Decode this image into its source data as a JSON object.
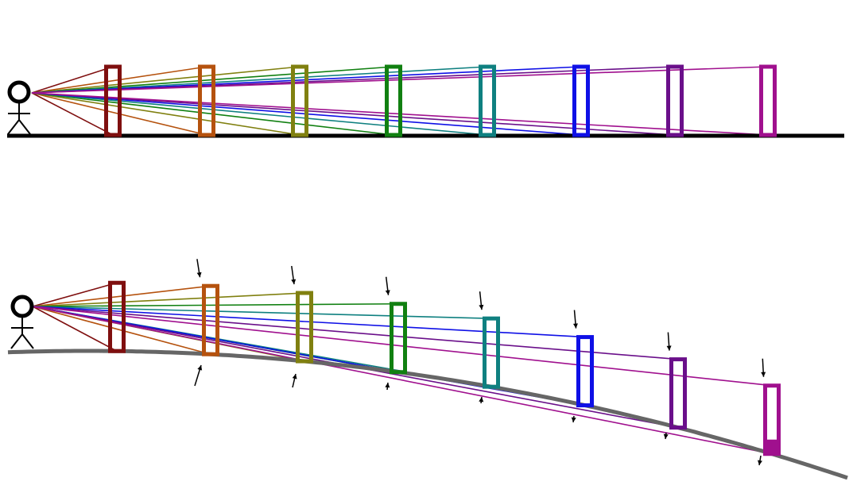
{
  "colors": {
    "background": "#ffffff",
    "flat_ground": "#000000",
    "curved_ground": "#666666",
    "figure": "#000000",
    "arrow": "#000000",
    "posts": [
      "#7f0f0f",
      "#b5520e",
      "#808010",
      "#118011",
      "#0f8080",
      "#0f10e6",
      "#6a0f8a",
      "#a0108e"
    ]
  },
  "panels": [
    {
      "id": "flat-earth",
      "ground": "flat",
      "post_count": 8,
      "sightlines_to_top_and_base": true,
      "correction_arrows": false
    },
    {
      "id": "curved-earth",
      "ground": "curved",
      "post_count": 8,
      "sightlines_to_top_and_base": true,
      "correction_arrows": true,
      "last_post_base_hidden": true
    }
  ],
  "icons": {
    "observer": "stick-figure-icon",
    "arrow": "arrow-icon"
  }
}
